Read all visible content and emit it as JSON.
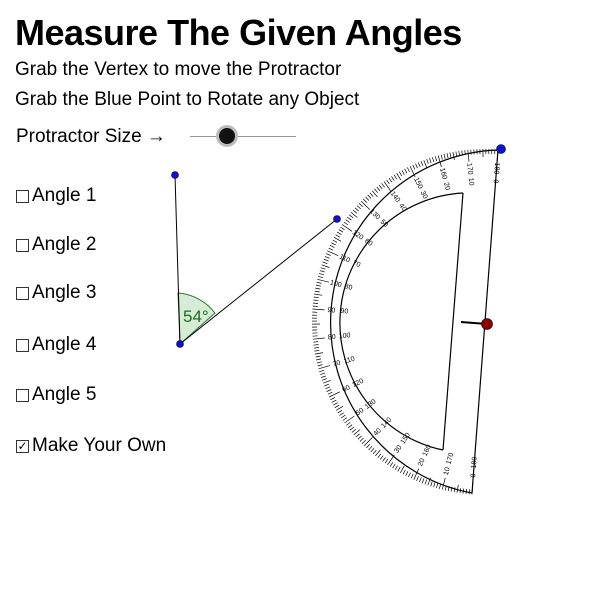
{
  "title": "Measure The Given Angles",
  "instructions": [
    "Grab the Vertex to move the Protractor",
    "Grab the Blue Point to Rotate any Object"
  ],
  "protractor_size": {
    "label": "Protractor Size →",
    "value_fraction": 0.3
  },
  "checkboxes": [
    {
      "label": "Angle 1",
      "checked": false,
      "mark": ""
    },
    {
      "label": "Angle 2",
      "checked": false,
      "mark": ""
    },
    {
      "label": "Angle 3",
      "checked": false,
      "mark": ""
    },
    {
      "label": "Angle 4",
      "checked": false,
      "mark": ""
    },
    {
      "label": "Angle 5",
      "checked": false,
      "mark": ""
    },
    {
      "label": "Make Your Own",
      "checked": true,
      "mark": "✓"
    }
  ],
  "angle": {
    "label": "54°",
    "degrees": 54
  },
  "protractor": {
    "major_labels": [
      "0",
      "10",
      "20",
      "30",
      "40",
      "50",
      "60",
      "70",
      "80",
      "90",
      "100",
      "110",
      "120",
      "130",
      "140",
      "150",
      "160",
      "170",
      "180"
    ]
  },
  "colors": {
    "point_blue": "#1010d0",
    "vertex_red": "#8b0000",
    "angle_green": "#1e6b1e",
    "angle_fill": "#d7ecd7"
  }
}
